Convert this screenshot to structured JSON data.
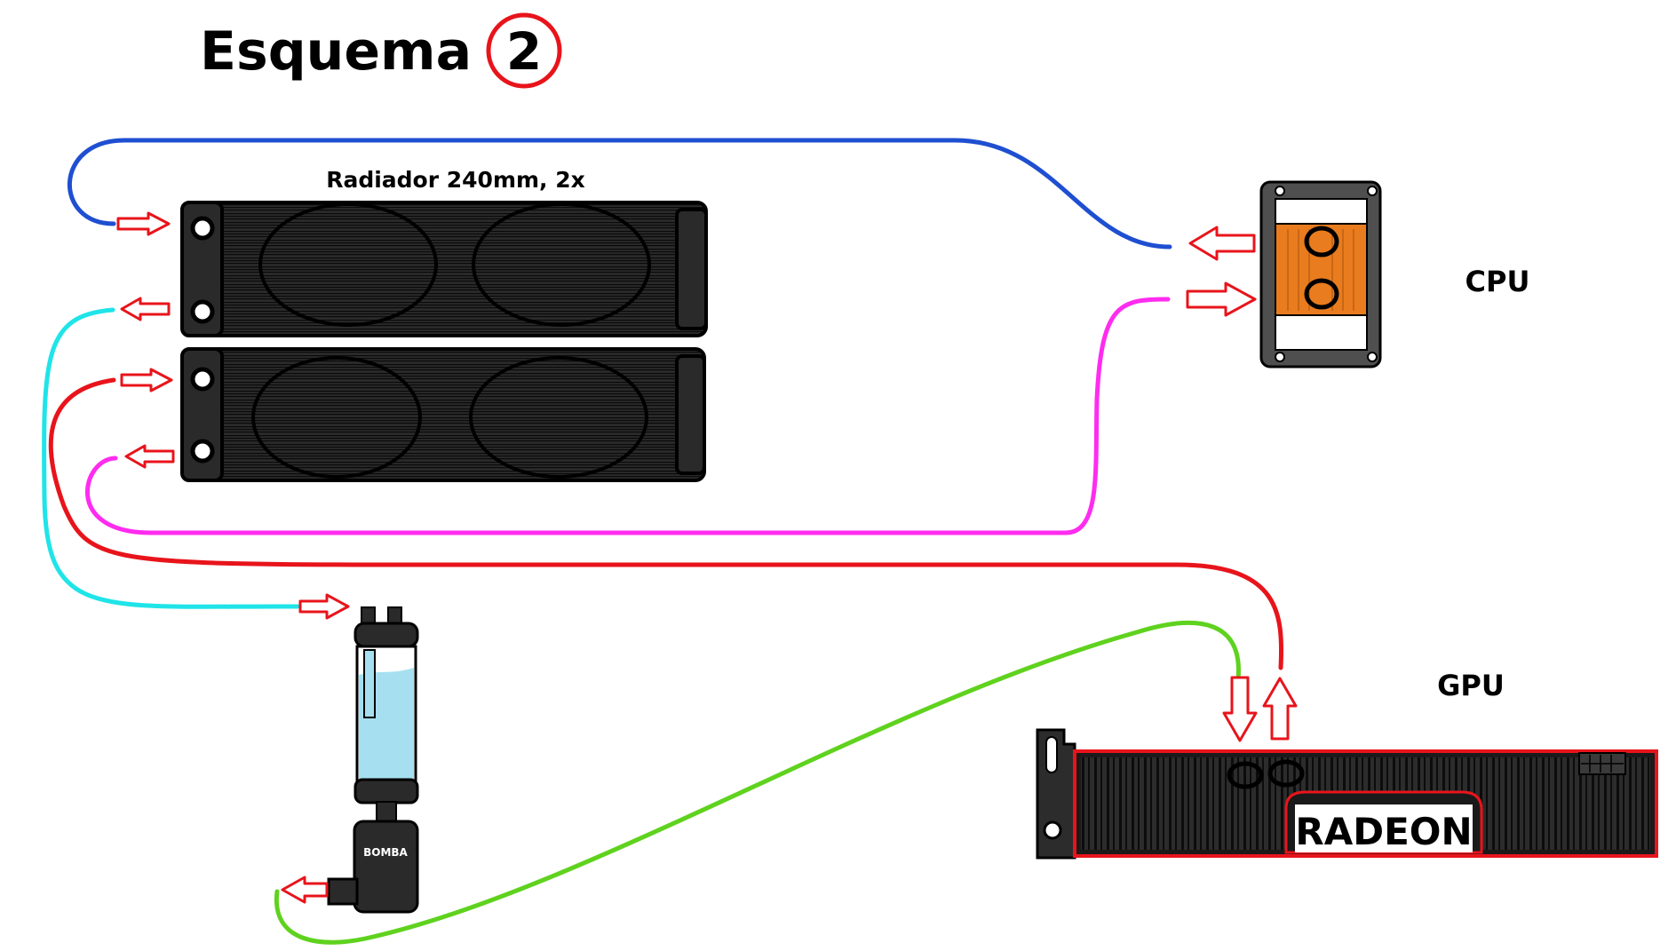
{
  "title": {
    "text": "Esquema",
    "number": "2"
  },
  "labels": {
    "radiator": "Radiador 240mm, 2x",
    "cpu": "CPU",
    "gpu": "GPU",
    "gpu_brand": "RADEON",
    "pump": "BOMBA"
  },
  "colors": {
    "background": "#ffffff",
    "title_circle": "#e8141b",
    "arrow": "#e8141b",
    "tube_blue": "#1f4fd1",
    "tube_cyan": "#1fe4e8",
    "tube_red": "#e8141b",
    "tube_magenta": "#ff2cf0",
    "tube_green": "#5fd21e",
    "radiator_body": "#2a2a2a",
    "cpu_block_copper": "#e97c1e",
    "cpu_block_frame": "#4f4f4f",
    "reservoir_liquid": "#a6e0f0",
    "gpu_outline": "#e8141b"
  },
  "components": [
    {
      "id": "radiator-top",
      "type": "radiator"
    },
    {
      "id": "radiator-bottom",
      "type": "radiator"
    },
    {
      "id": "cpu-block",
      "type": "cpu-waterblock"
    },
    {
      "id": "gpu-card",
      "type": "gpu-waterblock"
    },
    {
      "id": "pump-reservoir",
      "type": "pump-reservoir"
    }
  ],
  "tubes": [
    {
      "name": "blue",
      "from": "cpu-block",
      "to": "radiator-top"
    },
    {
      "name": "cyan",
      "from": "radiator-top",
      "to": "pump-reservoir"
    },
    {
      "name": "red",
      "from": "gpu-card",
      "to": "radiator-bottom"
    },
    {
      "name": "magenta",
      "from": "radiator-bottom",
      "to": "cpu-block"
    },
    {
      "name": "green",
      "from": "pump-reservoir",
      "to": "gpu-card"
    }
  ]
}
